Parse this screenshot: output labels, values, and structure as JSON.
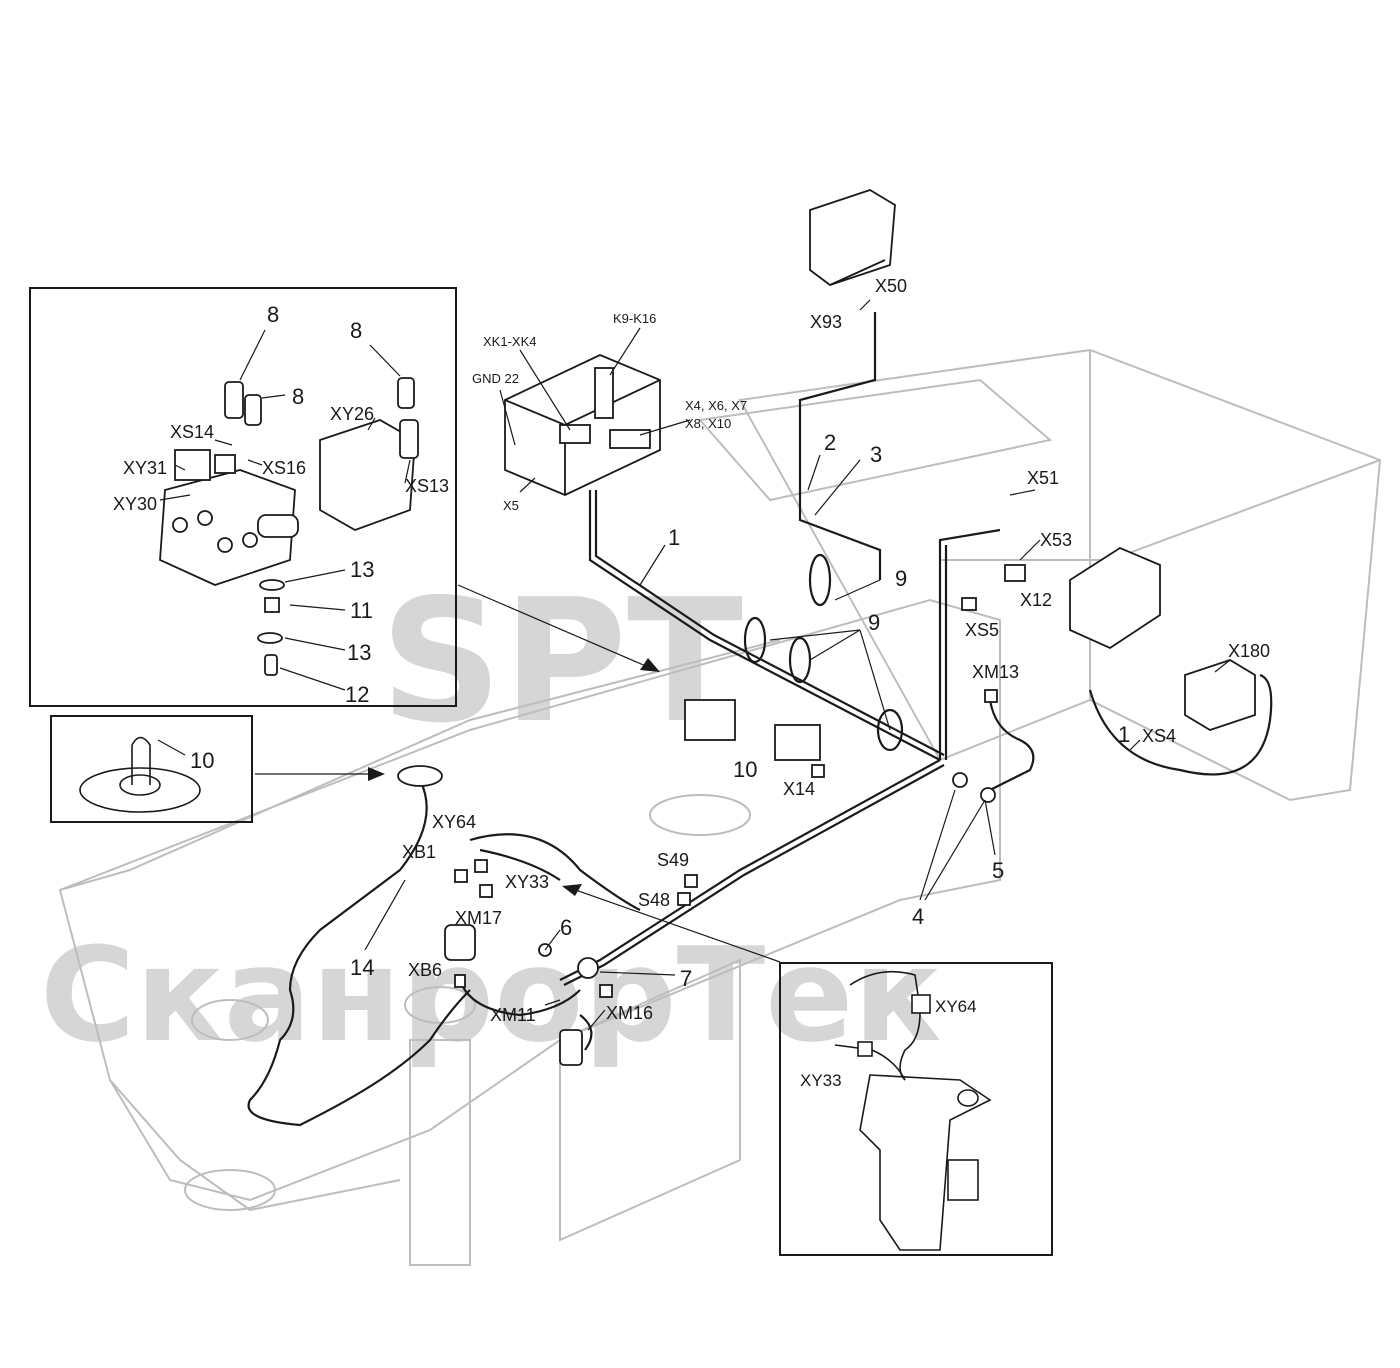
{
  "watermark": {
    "logo": "SPT",
    "brand": "СканрорТек"
  },
  "callouts": {
    "inset_valve": [
      "8",
      "8",
      "8",
      "XY26",
      "XS14",
      "XY31",
      "XS16",
      "XY30",
      "XS13",
      "13",
      "11",
      "13",
      "12"
    ],
    "inset_clip": [
      "10"
    ],
    "inset_switch": [
      "XY64",
      "XY33"
    ],
    "relay_box": [
      "K9-K16",
      "XK1-XK4",
      "GND 22",
      "X4, X6, X7",
      "X8, X10",
      "X5"
    ],
    "main": [
      "X50",
      "X93",
      "2",
      "3",
      "1",
      "X51",
      "X53",
      "X12",
      "XS5",
      "9",
      "9",
      "XM13",
      "X180",
      "1",
      "XS4",
      "10",
      "X14",
      "5",
      "4",
      "XY64",
      "XB1",
      "XY33",
      "S49",
      "S48",
      "XM17",
      "6",
      "14",
      "XB6",
      "7",
      "XM11",
      "XM16"
    ]
  },
  "colors": {
    "line": "#1a1a1a",
    "frame_line": "#bdbdbd",
    "watermark": "#d6d6d6"
  }
}
